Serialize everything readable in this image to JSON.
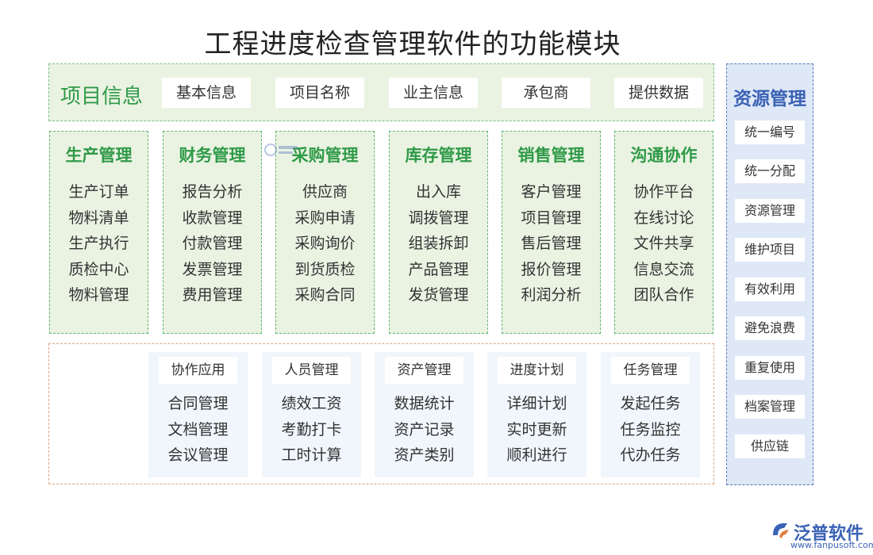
{
  "title": "工程进度检查管理软件的功能模块",
  "project_info": {
    "label": "项目信息",
    "items": [
      "基本信息",
      "项目名称",
      "业主信息",
      "承包商",
      "提供数据"
    ]
  },
  "modules": [
    {
      "title": "生产管理",
      "items": [
        "生产订单",
        "物料清单",
        "生产执行",
        "质检中心",
        "物料管理"
      ]
    },
    {
      "title": "财务管理",
      "items": [
        "报告分析",
        "收款管理",
        "付款管理",
        "发票管理",
        "费用管理"
      ]
    },
    {
      "title": "采购管理",
      "items": [
        "供应商",
        "采购申请",
        "采购询价",
        "到货质检",
        "采购合同"
      ]
    },
    {
      "title": "库存管理",
      "items": [
        "出入库",
        "调拨管理",
        "组装拆卸",
        "产品管理",
        "发货管理"
      ]
    },
    {
      "title": "销售管理",
      "items": [
        "客户管理",
        "项目管理",
        "售后管理",
        "报价管理",
        "利润分析"
      ]
    },
    {
      "title": "沟通协作",
      "items": [
        "协作平台",
        "在线讨论",
        "文件共享",
        "信息交流",
        "团队合作"
      ]
    }
  ],
  "bottom_cards": [
    {
      "title": "协作应用",
      "items": [
        "合同管理",
        "文档管理",
        "会议管理"
      ]
    },
    {
      "title": "人员管理",
      "items": [
        "绩效工资",
        "考勤打卡",
        "工时计算"
      ]
    },
    {
      "title": "资产管理",
      "items": [
        "数据统计",
        "资产记录",
        "资产类别"
      ]
    },
    {
      "title": "进度计划",
      "items": [
        "详细计划",
        "实时更新",
        "顺利进行"
      ]
    },
    {
      "title": "任务管理",
      "items": [
        "发起任务",
        "任务监控",
        "代办任务"
      ]
    }
  ],
  "resources": {
    "title": "资源管理",
    "items": [
      "统一编号",
      "统一分配",
      "资源管理",
      "维护项目",
      "有效利用",
      "避免浪费",
      "重复使用",
      "档案管理",
      "供应链"
    ]
  },
  "logo": {
    "name": "泛普软件",
    "url": "www.fanpusoft.com",
    "icon": "fanpu-logo-icon"
  },
  "colors": {
    "green": "#2f9a48",
    "green_bg": "#eaf3e2",
    "blue": "#3a62b5",
    "blue_bg": "#dfe8f6",
    "orange_border": "#e2a37e",
    "card_bg": "#f0f6fb"
  }
}
